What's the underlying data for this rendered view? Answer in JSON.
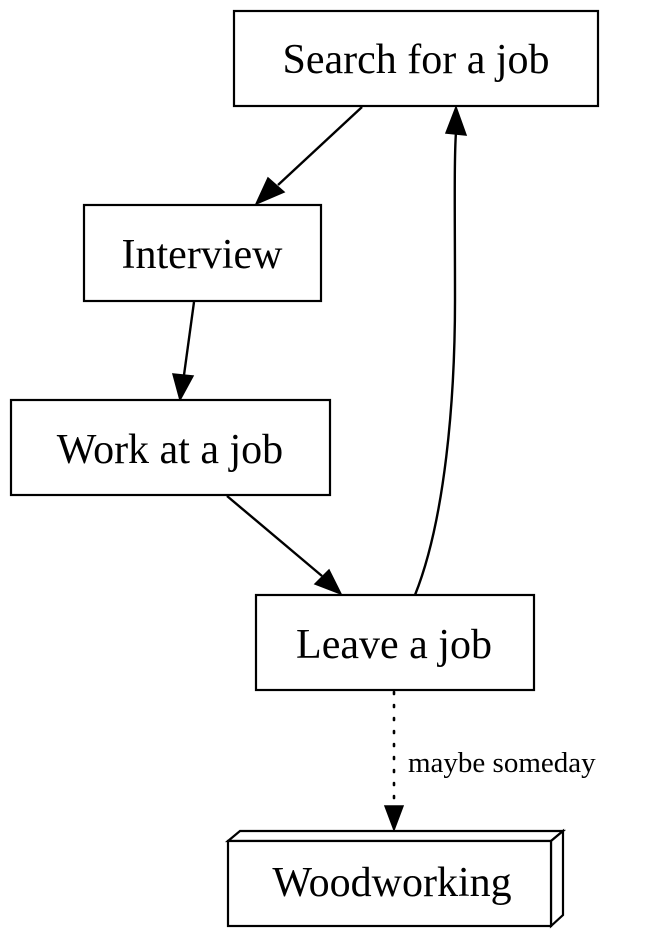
{
  "diagram": {
    "type": "flowchart",
    "nodes": [
      {
        "id": "search",
        "label": "Search for a job",
        "shape": "box"
      },
      {
        "id": "interview",
        "label": "Interview",
        "shape": "box"
      },
      {
        "id": "work",
        "label": "Work at a job",
        "shape": "box"
      },
      {
        "id": "leave",
        "label": "Leave a job",
        "shape": "box"
      },
      {
        "id": "woodworking",
        "label": "Woodworking",
        "shape": "box3d"
      }
    ],
    "edges": [
      {
        "from": "search",
        "to": "interview",
        "style": "solid",
        "label": ""
      },
      {
        "from": "interview",
        "to": "work",
        "style": "solid",
        "label": ""
      },
      {
        "from": "work",
        "to": "leave",
        "style": "solid",
        "label": ""
      },
      {
        "from": "leave",
        "to": "search",
        "style": "solid",
        "label": ""
      },
      {
        "from": "leave",
        "to": "woodworking",
        "style": "dotted",
        "label": "maybe someday"
      }
    ]
  }
}
